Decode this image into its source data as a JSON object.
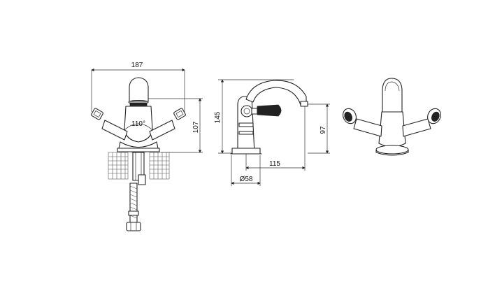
{
  "views": {
    "front": {
      "width_label": "187",
      "height_label": "107",
      "angle_label": "110°"
    },
    "side": {
      "height_label": "145",
      "spout_height_label": "97",
      "reach_label": "115",
      "base_diameter_label": "Ø58"
    },
    "perspective": {}
  },
  "colors": {
    "line": "#222222",
    "background": "#ffffff"
  }
}
